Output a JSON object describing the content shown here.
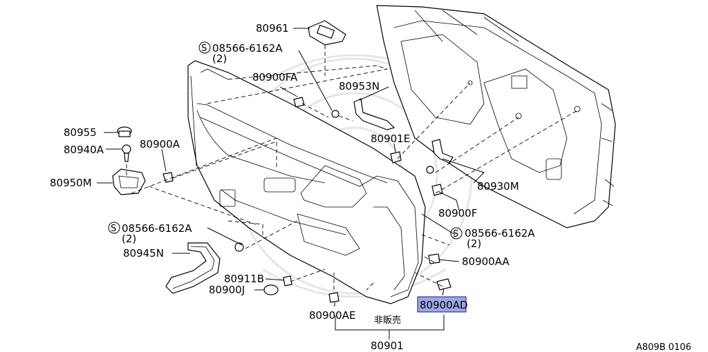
{
  "diagram": {
    "labels": {
      "p80961": "80961",
      "p08566_top": "08566-6162A",
      "p08566_top_qty": "(2)",
      "p80900FA": "80900FA",
      "p80953N": "80953N",
      "p80955": "80955",
      "p80940A": "80940A",
      "p80900A": "80900A",
      "p80950M": "80950M",
      "p80901E": "80901E",
      "p80930M": "80930M",
      "p80900F": "80900F",
      "p08566_left": "08566-6162A",
      "p08566_left_qty": "(2)",
      "p08566_right": "08566-6162A",
      "p08566_right_qty": "(2)",
      "p80945N": "80945N",
      "p80900AA": "80900AA",
      "p80911B": "80911B",
      "p80900J": "80900J",
      "p80900AD": "80900AD",
      "p80900AE": "80900AE",
      "not_for_sale": "非販売",
      "p80901": "80901",
      "ref_code": "A809B 0106",
      "s_mark": "S"
    },
    "highlight_color": "#9fa6e3"
  }
}
